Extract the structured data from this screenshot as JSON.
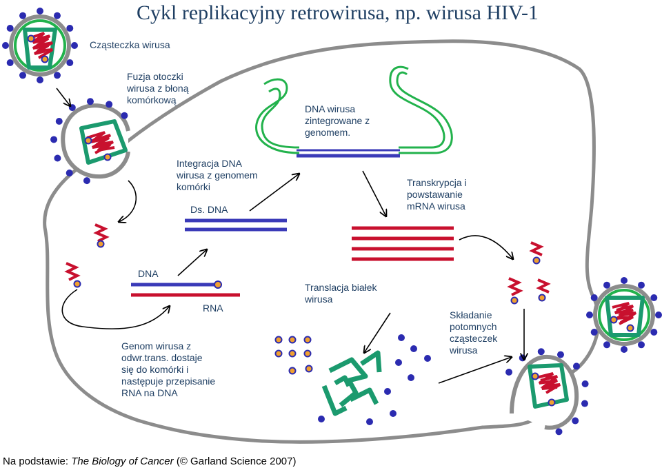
{
  "title": "Cykl replikacyjny retrowirusa, np. wirusa HIV-1",
  "labels": {
    "particle": "Cząsteczka wirusa",
    "fusion": "Fuzja otoczki\nwirusa z błoną\nkomórkową",
    "integration": "Integracja DNA\nwirusa z genomem\nkomórki",
    "ds_dna": "Ds. DNA",
    "integrated": "DNA wirusa\nzintegrowane z\ngenomem.",
    "transcription": "Transkrypcja i\npowstawanie\nmRNA wirusa",
    "dna": "DNA",
    "rna": "RNA",
    "translation": "Translacja białek\nwirusa",
    "genome_entry": "Genom wirusa z\nodwr.trans. dostaje\nsię do komórki i\nnastępuje przepisanie\nRNA na DNA",
    "assembly": "Składanie\npotomnych\ncząsteczek\nwirusa"
  },
  "footer": {
    "prefix": "Na podstawie:",
    "book": "The Biology of Cancer",
    "suffix": "(© Garland Science 2007)"
  },
  "colors": {
    "text": "#1f3f63",
    "membrane": "#8c8c8c",
    "dna_blue": "#3a3ab8",
    "rna_red": "#c8102e",
    "capsid_green": "#1b9a6e",
    "genome_green": "#22b24c",
    "spike_blue": "#2b2bb0",
    "enzyme_orange": "#f0a030"
  }
}
